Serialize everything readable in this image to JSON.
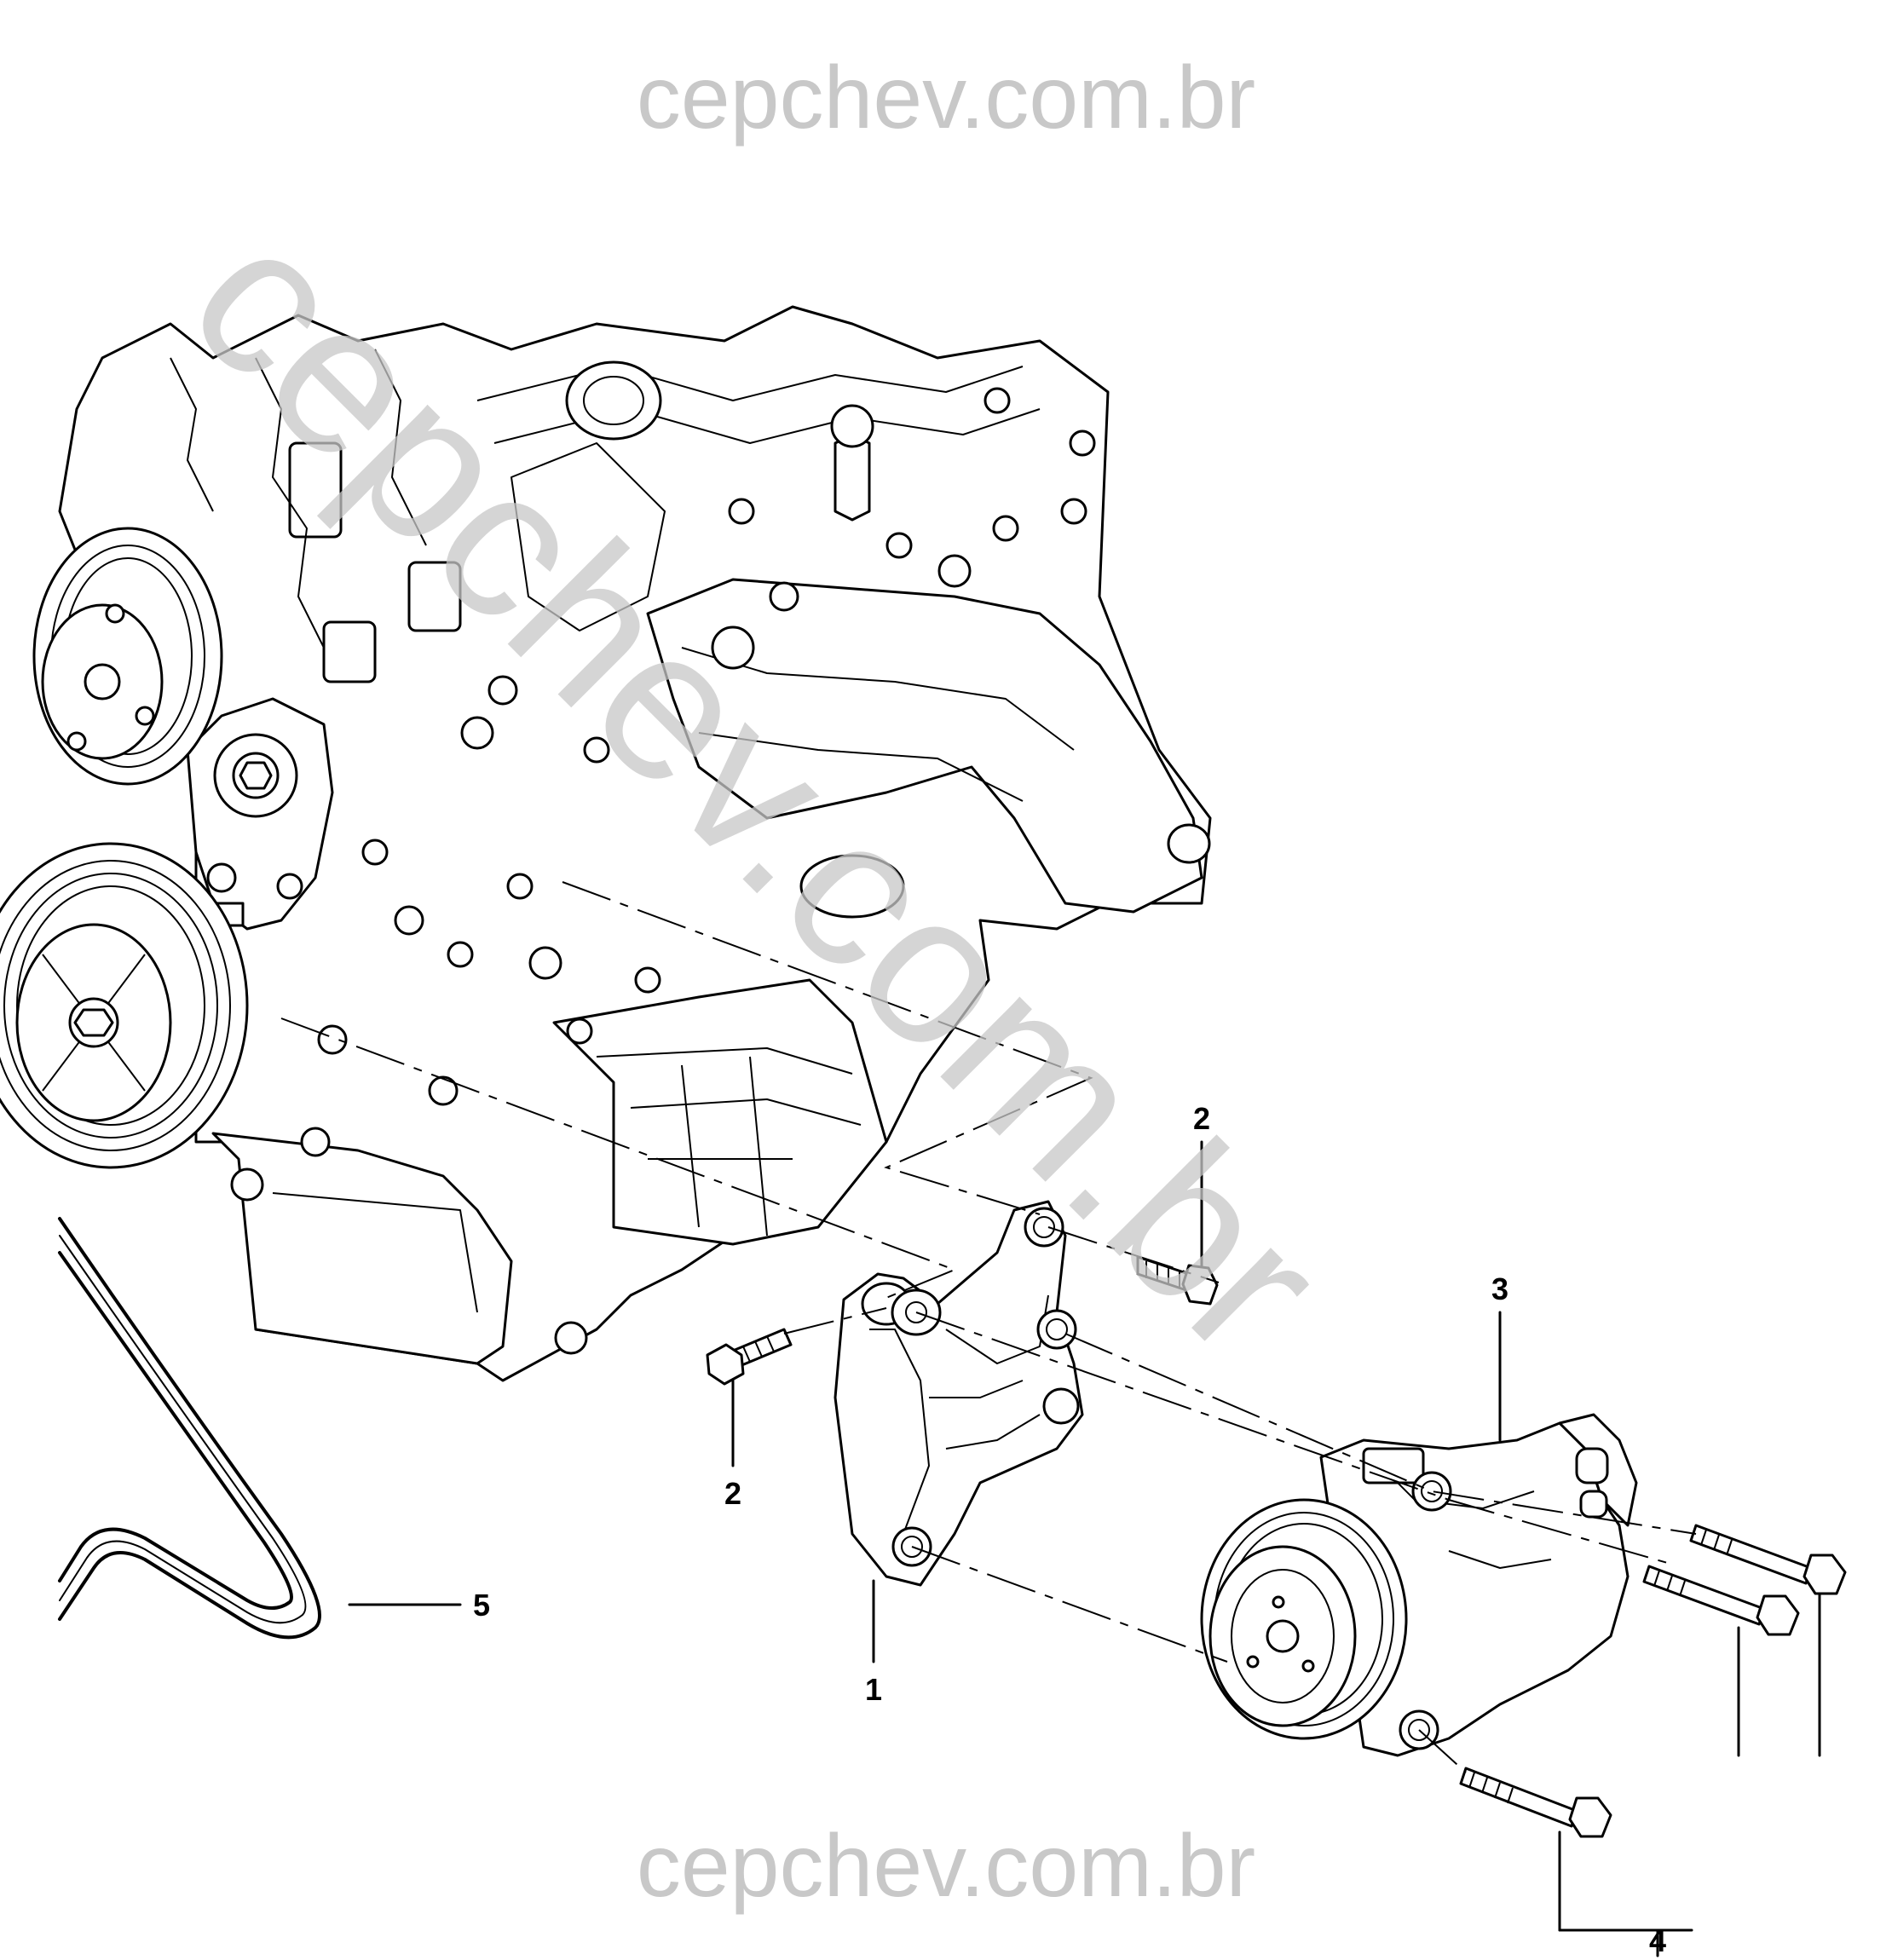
{
  "watermark": {
    "top_text": "cepchev.com.br",
    "bottom_text": "cepchev.com.br",
    "diagonal_text": "cepchev.com.br"
  },
  "callouts": [
    {
      "id": "1"
    },
    {
      "id": "2"
    },
    {
      "id": "2"
    },
    {
      "id": "3"
    },
    {
      "id": "4"
    },
    {
      "id": "5"
    }
  ]
}
